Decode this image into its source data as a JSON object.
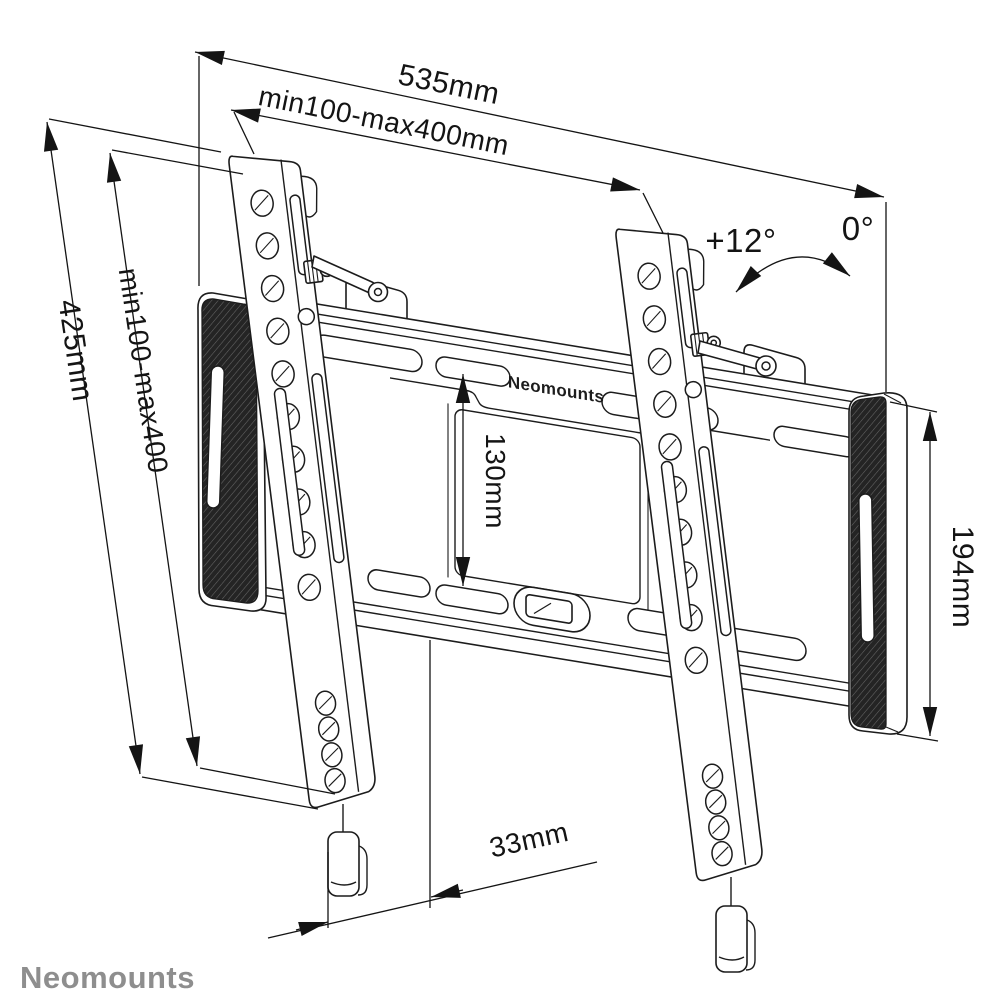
{
  "drawing": {
    "subject": "tilting TV wall mount dimension drawing"
  },
  "dimensions": {
    "total_width": "535mm",
    "vesa_horizontal": "min100-max400mm",
    "total_height": "425mm",
    "vesa_vertical": "min100-max400",
    "inner_height": "130mm",
    "side_height": "194mm",
    "depth": "33mm"
  },
  "angles": {
    "max_tilt": "+12°",
    "min_tilt": "0°"
  },
  "branding": {
    "plate_engraving": "Neomounts",
    "watermark": "Neomounts"
  },
  "colors": {
    "line": "#1c1c1c",
    "dimension": "#141414",
    "watermark": "#8e8e8e",
    "cover_fill": "#242424",
    "cover_hatch": "#666666",
    "background": "#ffffff"
  }
}
